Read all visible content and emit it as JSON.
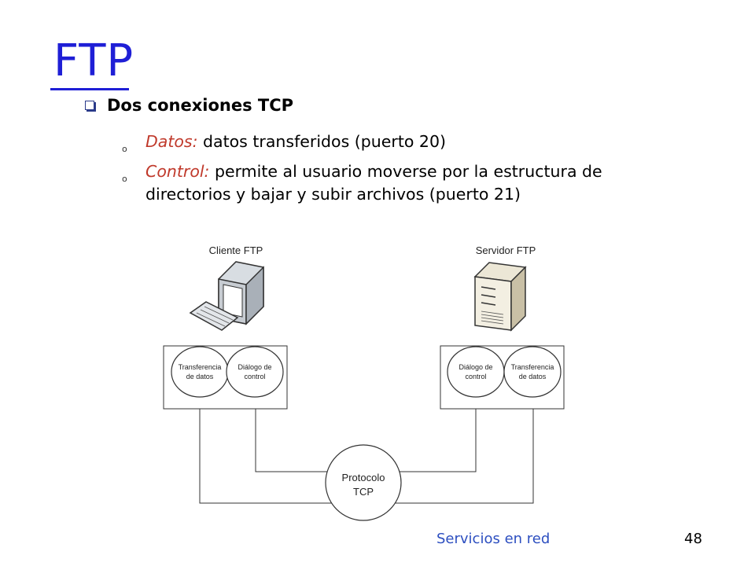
{
  "slide": {
    "title": "FTP",
    "bullet": "Dos conexiones TCP",
    "sub_items": [
      {
        "term": "Datos:",
        "text": " datos transferidos (puerto 20)"
      },
      {
        "term": "Control:",
        "text": " permite al usuario moverse por la estructura de directorios y bajar y subir archivos (puerto 21)"
      }
    ],
    "footer": "Servicios en red",
    "page": "48"
  },
  "diagram": {
    "client_label": "Cliente FTP",
    "server_label": "Servidor FTP",
    "client_data_l1": "Transferencia",
    "client_data_l2": "de datos",
    "client_ctrl_l1": "Diálogo de",
    "client_ctrl_l2": "control",
    "server_ctrl_l1": "Diálogo de",
    "server_ctrl_l2": "control",
    "server_data_l1": "Transferencia",
    "server_data_l2": "de datos",
    "tcp_l1": "Protocolo",
    "tcp_l2": "TCP"
  },
  "colors": {
    "title": "#1f1fd6",
    "term": "#c0392b",
    "footer": "#2d4fc0"
  }
}
